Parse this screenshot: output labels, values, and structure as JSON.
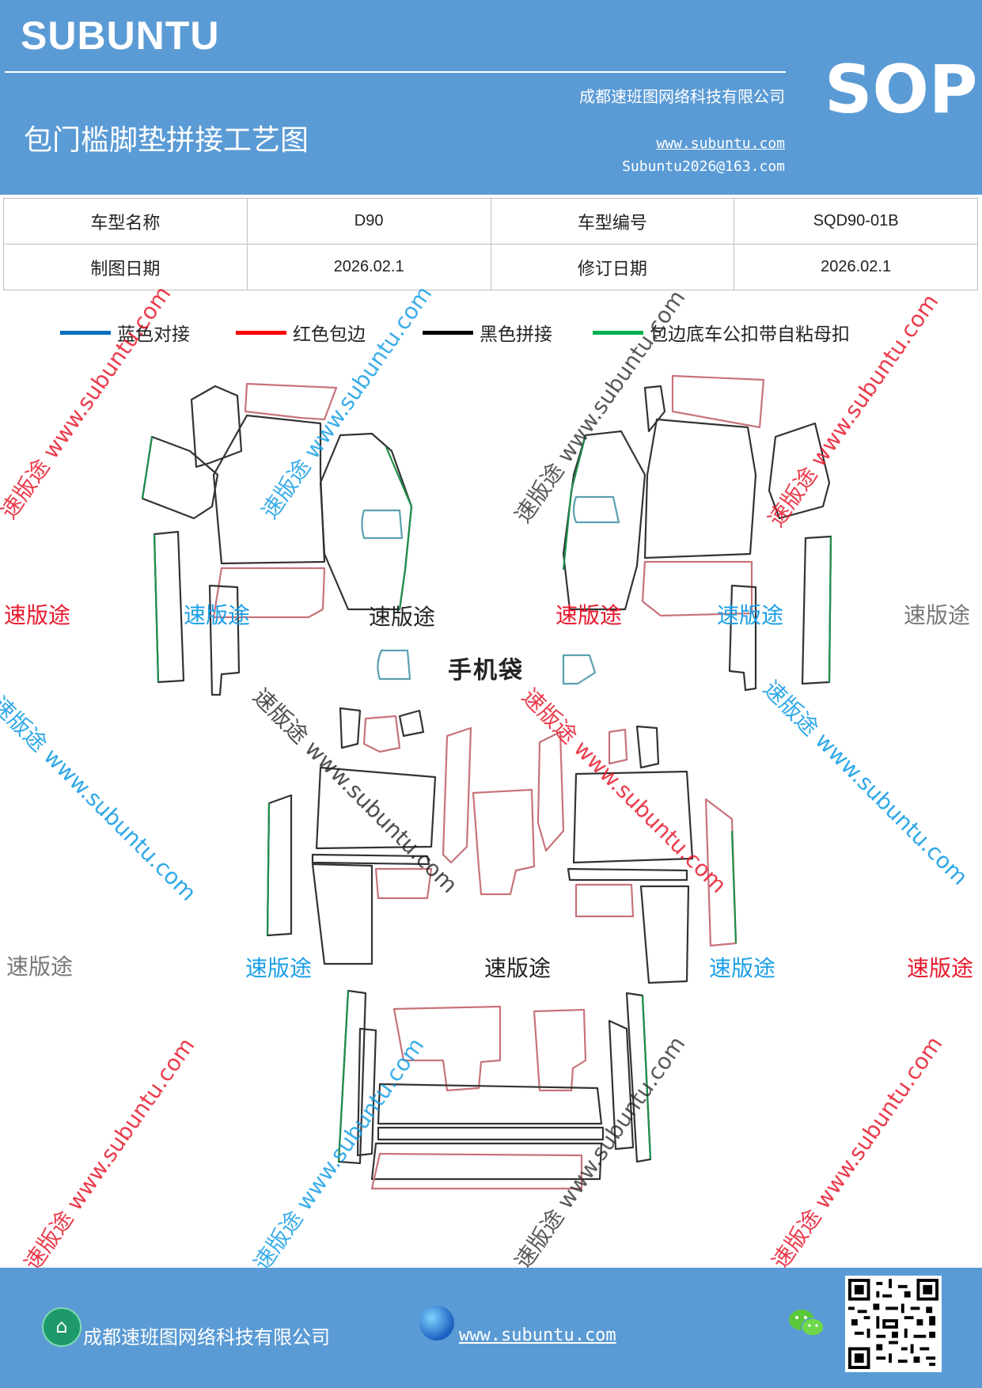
{
  "header": {
    "brand": "SUBUNTU",
    "sop": "SOP",
    "company": "成都速班图网络科技有限公司",
    "title": "包门槛脚垫拼接工艺图",
    "website": "www.subuntu.com",
    "email": "Subuntu2026@163.com"
  },
  "info_table": {
    "row1": {
      "label1": "车型名称",
      "value1": "D90",
      "label2": "车型编号",
      "value2": "SQD90-01B"
    },
    "row2": {
      "label1": "制图日期",
      "value1": "2026.02.1",
      "label2": "修订日期",
      "value2": "2026.02.1"
    }
  },
  "legend": [
    {
      "label": "蓝色对接",
      "color": "#0070c0"
    },
    {
      "label": "红色包边",
      "color": "#ff0000"
    },
    {
      "label": "黑色拼接",
      "color": "#000000"
    },
    {
      "label": "包边底车公扣带自粘母扣",
      "color": "#00b050"
    }
  ],
  "diagram": {
    "phone_bag_label": "手机袋"
  },
  "watermarks": {
    "brand_cn": "速版途",
    "diag_text": "速版途 www.subuntu.com",
    "colors": {
      "red": "#e8192c",
      "blue": "#1a9fe6",
      "black": "#222222",
      "gray": "#777777"
    }
  },
  "footer": {
    "company": "成都速班图网络科技有限公司",
    "website": "www.subuntu.com",
    "icons": [
      "house-icon",
      "globe-icon",
      "wechat-icon",
      "qr-code"
    ]
  },
  "colors": {
    "header_bg": "#5b9bd5",
    "outline_red": "#c8737a",
    "outline_black": "#333333",
    "outline_green": "#1e8f4a",
    "outline_blue": "#5aa0b0"
  }
}
